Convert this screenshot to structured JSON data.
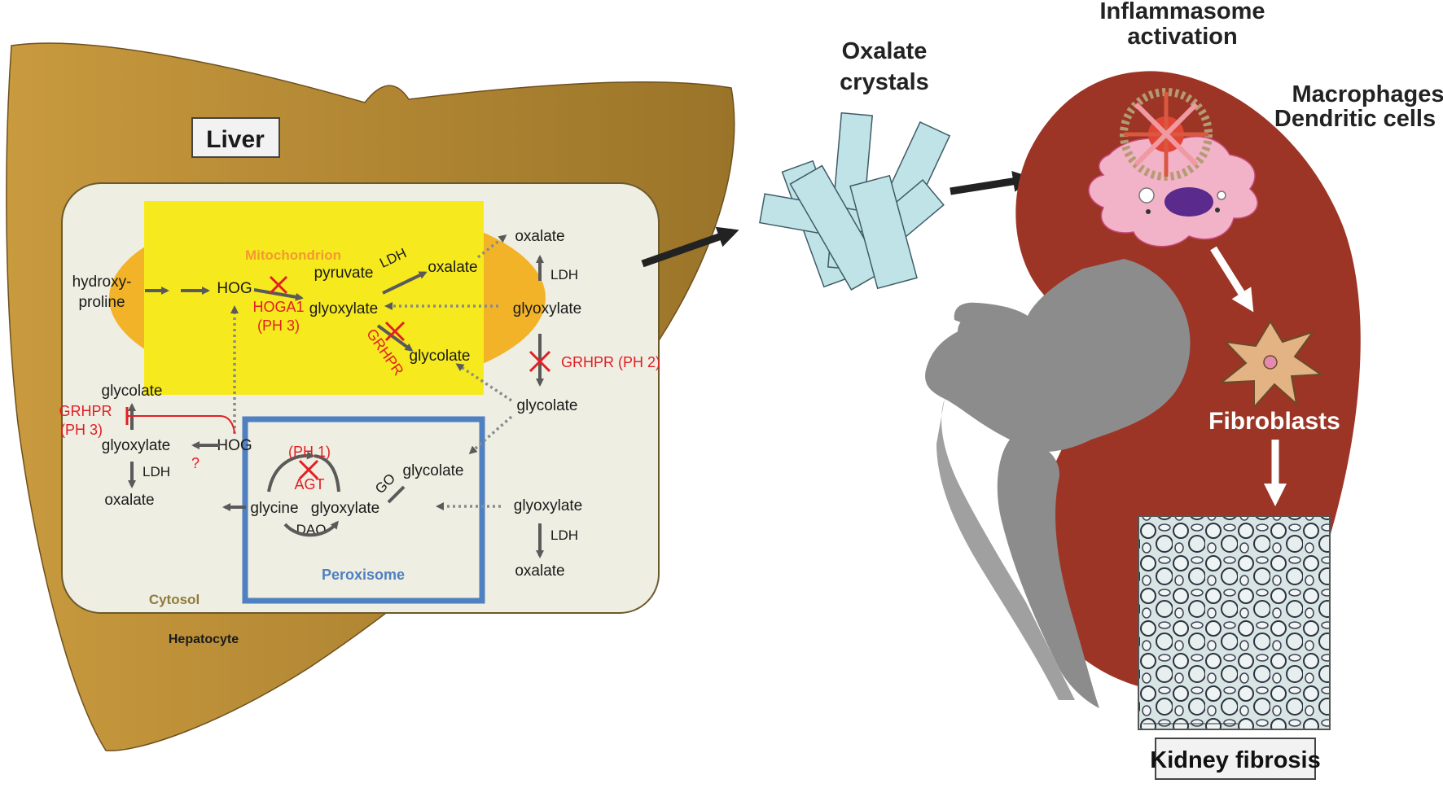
{
  "colors": {
    "liver": "#aa8230",
    "cell": "#eeeee2",
    "mitochondrion_outer": "#f3b329",
    "mitochondrion_inner": "#f6ea1e",
    "peroxisome": "#4f80c1",
    "kidney": "#9c3525",
    "ureter": "#8c8c8c",
    "crystal": "#bfe3e7",
    "inhibit": "#e31e24",
    "arrow": "#5a5a5a"
  },
  "labels": {
    "liver": "Liver",
    "mitochondrion": "Mitochondrion",
    "peroxisome": "Peroxisome",
    "cytosol": "Cytosol",
    "hepatocyte": "Hepatocyte",
    "oxalate_crystals_1": "Oxalate",
    "oxalate_crystals_2": "crystals",
    "inflammasome_1": "Inflammasome",
    "inflammasome_2": "activation",
    "macrophages": "Macrophages",
    "dendritic": "Dendritic cells",
    "fibroblasts": "Fibroblasts",
    "kidney_fibrosis": "Kidney fibrosis"
  },
  "metabolites": {
    "hydroxyproline_1": "hydroxy-",
    "hydroxyproline_2": "proline",
    "hog_mito": "HOG",
    "pyruvate": "pyruvate",
    "ldh_mito": "LDH",
    "oxalate_mito": "oxalate",
    "glyoxylate_mito": "glyoxylate",
    "glycolate_mito": "glycolate",
    "oxalate_right_top": "oxalate",
    "ldh_right_top": "LDH",
    "glyoxylate_right_top": "glyoxylate",
    "glycolate_right_mid": "glycolate",
    "glycolate_cyto": "glycolate",
    "glyoxylate_cyto": "glyoxylate",
    "hog_cyto": "HOG",
    "ldh_cyto": "LDH",
    "oxalate_cyto": "oxalate",
    "glycine": "glycine",
    "glyoxylate_perox": "glyoxylate",
    "dao": "DAO",
    "go": "GO",
    "glycolate_perox": "glycolate",
    "glyoxylate_right_bottom": "glyoxylate",
    "ldh_right_bottom": "LDH",
    "oxalate_right_bottom": "oxalate"
  },
  "defects": {
    "hoga1": "HOGA1",
    "ph3_mito": "(PH 3)",
    "grhpr_mito": "GRHPR",
    "grhpr_ph2": "GRHPR (PH 2)",
    "grhpr_cyto": "GRHPR",
    "ph3_cyto": "(PH 3)",
    "question": "?",
    "ph1": "(PH 1)",
    "agt": "AGT"
  }
}
